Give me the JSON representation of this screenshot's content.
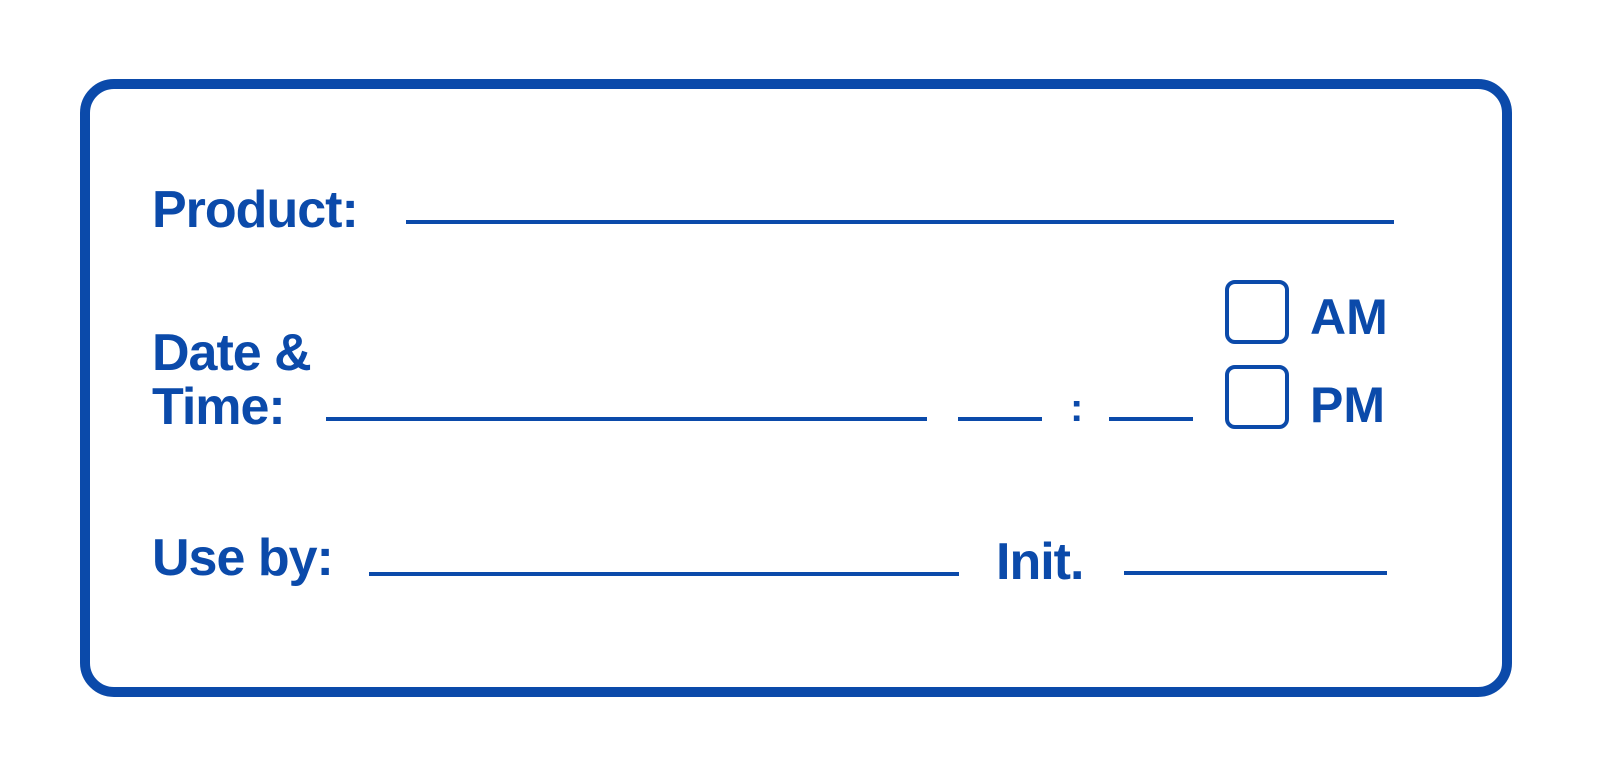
{
  "colors": {
    "accent": "#0b4aaa",
    "background": "#ffffff"
  },
  "product": {
    "label": "Product:",
    "value": ""
  },
  "datetime": {
    "label_line1": "Date &",
    "label_line2": "Time:",
    "date_value": "",
    "hour_value": "",
    "minute_value": "",
    "separator": ":",
    "am_label": "AM",
    "am_checked": false,
    "pm_label": "PM",
    "pm_checked": false
  },
  "use_by": {
    "label": "Use by:",
    "value": ""
  },
  "initials": {
    "label": "Init.",
    "value": ""
  }
}
